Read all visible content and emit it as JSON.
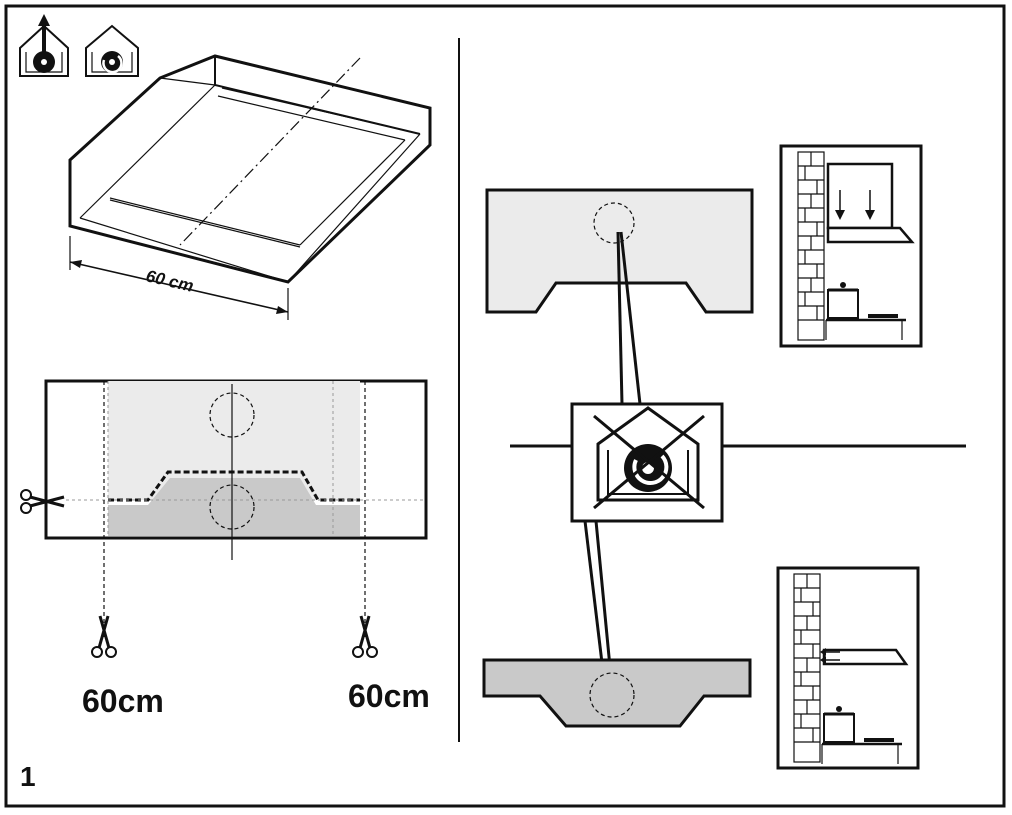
{
  "figure": {
    "number": "1",
    "dimension_label_iso": "60 cm",
    "cut_label_left": "60cm",
    "cut_label_right": "60cm"
  },
  "icons": {
    "top_left_1": "ducted-extraction-house-icon",
    "top_left_2": "recirculation-house-icon",
    "center": "recirculation-prohibited-house-icon"
  },
  "colors": {
    "light_fill": "#ebebeb",
    "dark_fill": "#c9c9c9",
    "stroke": "#111111"
  }
}
